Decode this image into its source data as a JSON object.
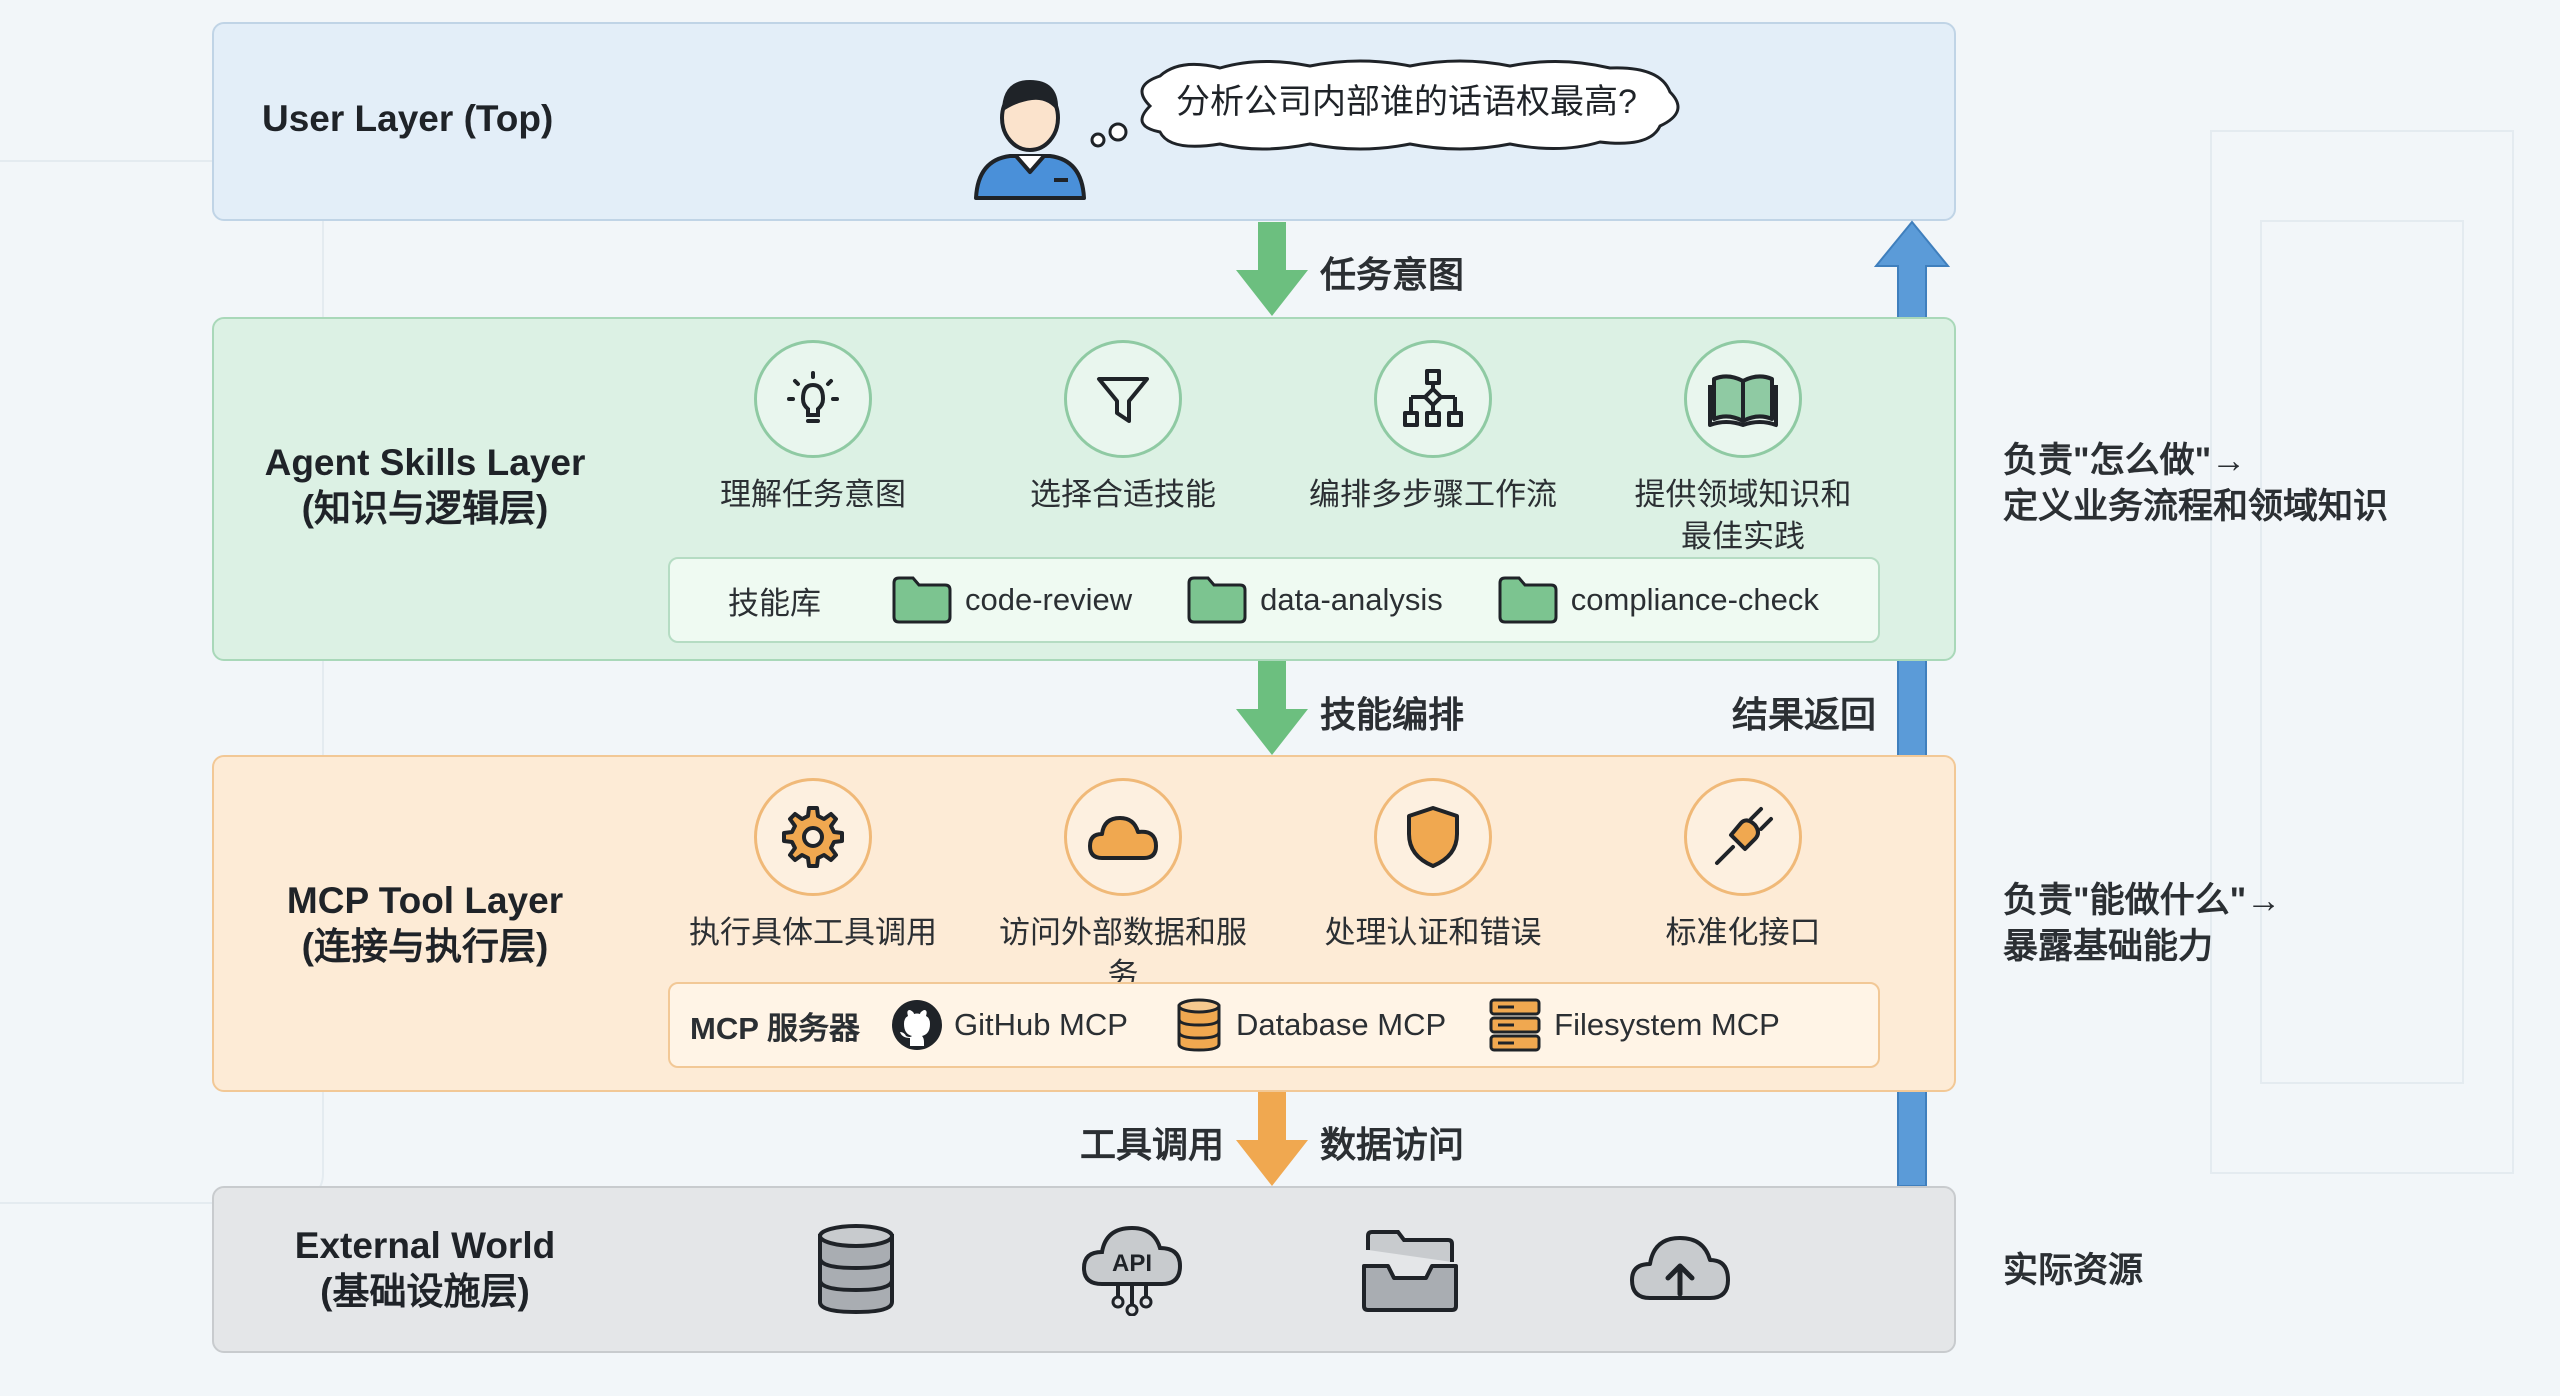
{
  "user_layer": {
    "title": "User Layer (Top)",
    "question": "分析公司内部谁的话语权最高?"
  },
  "arrows": {
    "task_intent": "任务意图",
    "skill_orchestration": "技能编排",
    "result_return": "结果返回",
    "tool_call": "工具调用",
    "data_access": "数据访问"
  },
  "agent_layer": {
    "title_line1": "Agent Skills Layer",
    "title_line2": "(知识与逻辑层)",
    "features": [
      {
        "icon": "lightbulb-icon",
        "label": "理解任务意图"
      },
      {
        "icon": "funnel-icon",
        "label": "选择合适技能"
      },
      {
        "icon": "workflow-icon",
        "label": "编排多步骤工作流"
      },
      {
        "icon": "book-icon",
        "label_line1": "提供领域知识和",
        "label_line2": "最佳实践"
      }
    ],
    "library": {
      "label": "技能库",
      "items": [
        {
          "icon": "folder-icon",
          "label": "code-review"
        },
        {
          "icon": "folder-icon",
          "label": "data-analysis"
        },
        {
          "icon": "folder-icon",
          "label": "compliance-check"
        }
      ]
    },
    "note_line1": "负责\"怎么做\"→",
    "note_line2": "定义业务流程和领域知识"
  },
  "mcp_layer": {
    "title_line1": "MCP Tool Layer",
    "title_line2": "(连接与执行层)",
    "features": [
      {
        "icon": "gear-icon",
        "label": "执行具体工具调用"
      },
      {
        "icon": "cloud-icon",
        "label": "访问外部数据和服务"
      },
      {
        "icon": "shield-icon",
        "label": "处理认证和错误"
      },
      {
        "icon": "plug-icon",
        "label": "标准化接口"
      }
    ],
    "servers": {
      "label": "MCP 服务器",
      "items": [
        {
          "icon": "github-icon",
          "label": "GitHub MCP"
        },
        {
          "icon": "database-icon",
          "label": "Database MCP"
        },
        {
          "icon": "server-icon",
          "label": "Filesystem MCP"
        }
      ]
    },
    "note_line1": "负责\"能做什么\"→",
    "note_line2": "暴露基础能力"
  },
  "external_layer": {
    "title_line1": "External World",
    "title_line2": "(基础设施层)",
    "icons": [
      {
        "icon": "database-icon"
      },
      {
        "icon": "api-cloud-icon",
        "label": "API"
      },
      {
        "icon": "file-tray-icon"
      },
      {
        "icon": "cloud-upload-icon"
      }
    ],
    "note": "实际资源"
  },
  "colors": {
    "user_bg": "#e3eef8",
    "agent_bg": "#dcf1e4",
    "mcp_bg": "#fdebd6",
    "external_bg": "#e4e6e8",
    "green_arrow": "#6cbf7f",
    "orange_arrow": "#f0a850",
    "blue_arrow": "#5b9bd8"
  }
}
